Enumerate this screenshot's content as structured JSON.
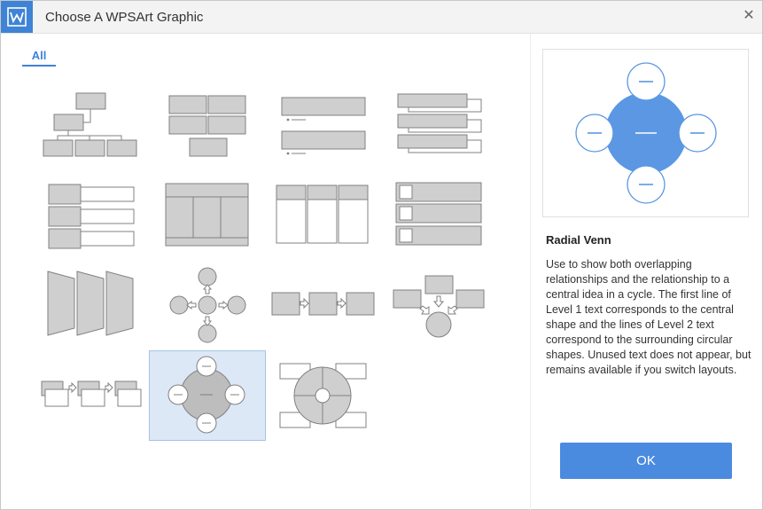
{
  "window": {
    "title": "Choose A WPSArt Graphic",
    "logo_icon": "wps-logo-icon",
    "close_icon": "close-icon"
  },
  "tabs": [
    {
      "label": "All",
      "active": true
    }
  ],
  "gallery": {
    "items": [
      {
        "name": "hierarchy"
      },
      {
        "name": "block-grid"
      },
      {
        "name": "vertical-bullet-list"
      },
      {
        "name": "stacked-list"
      },
      {
        "name": "horizontal-bullet-list"
      },
      {
        "name": "table-hierarchy"
      },
      {
        "name": "column-list"
      },
      {
        "name": "picture-list"
      },
      {
        "name": "chevron-columns"
      },
      {
        "name": "diverging-radial"
      },
      {
        "name": "basic-process"
      },
      {
        "name": "converging-arrows"
      },
      {
        "name": "step-up-process"
      },
      {
        "name": "radial-venn",
        "selected": true
      },
      {
        "name": "cycle-matrix"
      }
    ]
  },
  "details": {
    "name": "Radial Venn",
    "description": "Use to show both overlapping relationships and the relationship to a central idea in a cycle. The first line of Level 1 text corresponds to the central shape and the lines of Level 2 text correspond to the surrounding circular shapes. Unused text does not appear, but remains available if you switch layouts."
  },
  "ok_label": "OK",
  "colors": {
    "accent": "#3e83d6",
    "button": "#4a8be0",
    "preview_center": "#5b97e3",
    "thumb_fill": "#cfcfcf",
    "thumb_stroke": "#808080"
  }
}
